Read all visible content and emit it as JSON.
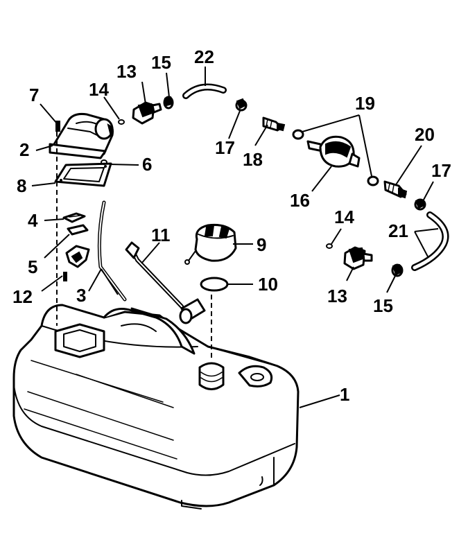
{
  "callouts": [
    "1",
    "2",
    "3",
    "4",
    "5",
    "6",
    "7",
    "8",
    "9",
    "10",
    "11",
    "12",
    "13",
    "13",
    "14",
    "14",
    "15",
    "15",
    "16",
    "17",
    "17",
    "18",
    "19",
    "20",
    "21",
    "22"
  ],
  "colors": {
    "ink": "#000000",
    "paper": "#ffffff"
  }
}
